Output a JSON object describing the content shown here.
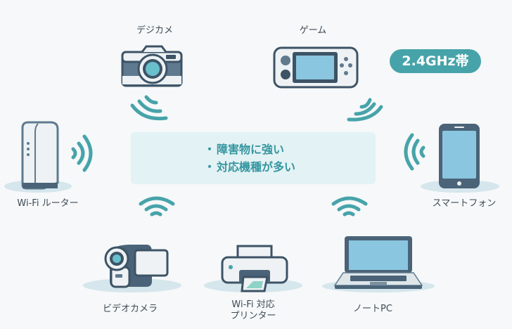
{
  "badge": {
    "label": "2.4GHz帯",
    "color": "#47a3aa"
  },
  "info_box": {
    "points": [
      "障害物に強い",
      "対応機種が多い"
    ],
    "background": "#e3f2f4",
    "text_color": "#3596a0"
  },
  "devices": [
    {
      "name": "デジカメ",
      "icon": "camera-icon"
    },
    {
      "name": "ゲーム",
      "icon": "handheld-game-icon"
    },
    {
      "name": "Wi-Fi ルーター",
      "icon": "router-icon"
    },
    {
      "name": "スマートフォン",
      "icon": "smartphone-icon"
    },
    {
      "name": "ビデオカメラ",
      "icon": "video-camera-icon"
    },
    {
      "name_line1": "Wi-Fi 対応",
      "name_line2": "プリンター",
      "icon": "printer-icon"
    },
    {
      "name": "ノートPC",
      "icon": "laptop-icon"
    }
  ],
  "colors": {
    "wave": "#47a3aa",
    "device_dark": "#4a6378",
    "screen": "#8ac6df"
  }
}
